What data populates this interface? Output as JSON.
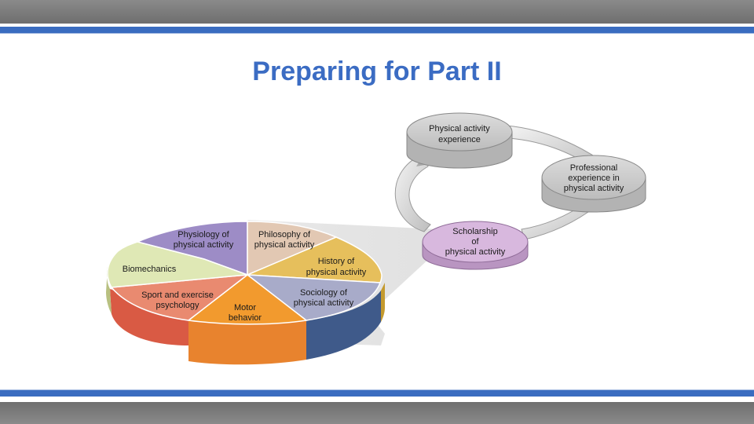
{
  "slide": {
    "title": "Preparing for Part II"
  },
  "cycle": {
    "physical_activity_experience": [
      "Physical activity",
      "experience"
    ],
    "professional_experience": [
      "Professional",
      "experience in",
      "physical activity"
    ],
    "scholarship": [
      "Scholarship",
      "of",
      "physical activity"
    ]
  },
  "pie": {
    "physiology": [
      "Physiology of",
      "physical activity"
    ],
    "philosophy": [
      "Philosophy of",
      "physical activity"
    ],
    "history": [
      "History of",
      "physical activity"
    ],
    "sociology": [
      "Sociology of",
      "physical activity"
    ],
    "motor": [
      "Motor",
      "behavior"
    ],
    "sport_psych": [
      "Sport and exercise",
      "psychology"
    ],
    "biomechanics": [
      "Biomechanics"
    ]
  },
  "colors": {
    "accent_blue": "#3a6cc0",
    "title_blue": "#3b6cc3",
    "physiology": "#9d8cc6",
    "philosophy": "#e2c8b3",
    "history": "#e6bf5c",
    "sociology": "#a8abc9",
    "motor": "#f29a2e",
    "sport_psych": "#e98a70",
    "biomechanics": "#dfe8b5",
    "scholarship": "#d8b8de",
    "cycle_disk": "#cfcfcf"
  }
}
